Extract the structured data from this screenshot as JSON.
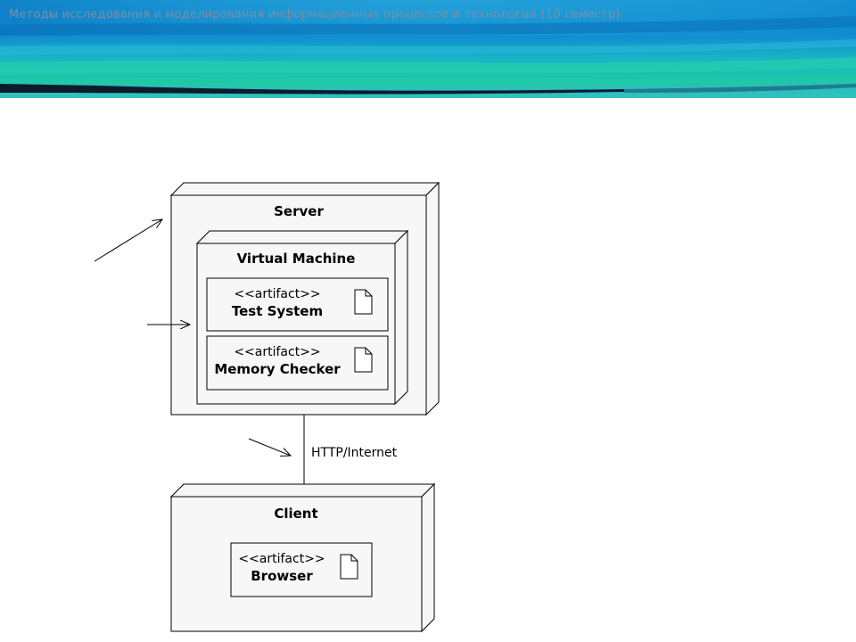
{
  "header": {
    "title": "Методы исследования и моделирования информационных процессов и технологий (10 семестр)"
  },
  "diagram": {
    "server": {
      "label": "Server",
      "vm": {
        "label": "Virtual Machine",
        "artifacts": [
          {
            "stereotype": "<<artifact>>",
            "name": "Test System"
          },
          {
            "stereotype": "<<artifact>>",
            "name": "Memory Checker"
          }
        ]
      }
    },
    "client": {
      "label": "Client",
      "artifacts": [
        {
          "stereotype": "<<artifact>>",
          "name": "Browser"
        }
      ]
    },
    "connection": {
      "label": "HTTP/Internet"
    }
  },
  "colors": {
    "node_fill": "#f7f7f7",
    "stroke": "#000000",
    "banner_blue": "#1a8fd0",
    "banner_teal": "#1fc7a8"
  }
}
